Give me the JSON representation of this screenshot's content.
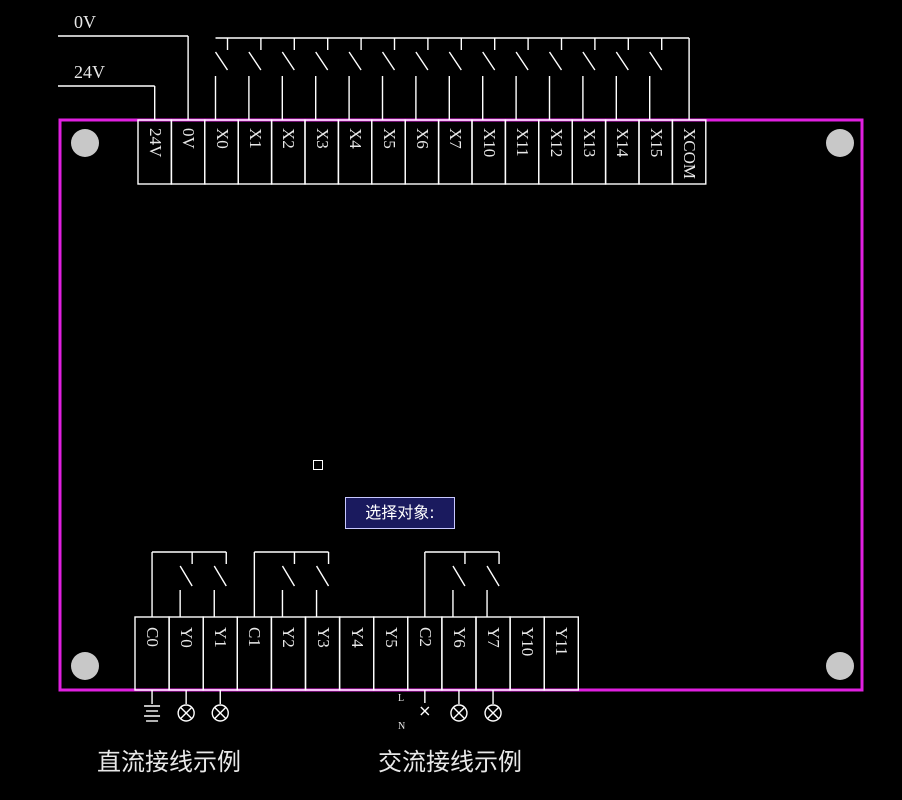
{
  "supply": {
    "zero_volt": "0V",
    "twentyfour_volt": "24V"
  },
  "top_terminals": [
    "24V",
    "0V",
    "X0",
    "X1",
    "X2",
    "X3",
    "X4",
    "X5",
    "X6",
    "X7",
    "X10",
    "X11",
    "X12",
    "X13",
    "X14",
    "X15",
    "XCOM"
  ],
  "bottom_terminals": [
    "C0",
    "Y0",
    "Y1",
    "C1",
    "Y2",
    "Y3",
    "Y4",
    "Y5",
    "C2",
    "Y6",
    "Y7",
    "Y10",
    "Y11"
  ],
  "ac_symbols": {
    "line": "L",
    "neutral": "N"
  },
  "captions": {
    "dc_example": "直流接线示例",
    "ac_example": "交流接线示例"
  },
  "command_prompt": "选择对象:",
  "colors": {
    "board_outline": "#e020e0",
    "wire": "#ffffff",
    "mount_hole": "#c8c8c8",
    "background": "#000000",
    "prompt_bg": "#1a1a5e"
  },
  "icons": [
    "mount-hole-icon",
    "switch-contact-icon",
    "lamp-icon",
    "dc-supply-icon",
    "ac-supply-icon"
  ]
}
